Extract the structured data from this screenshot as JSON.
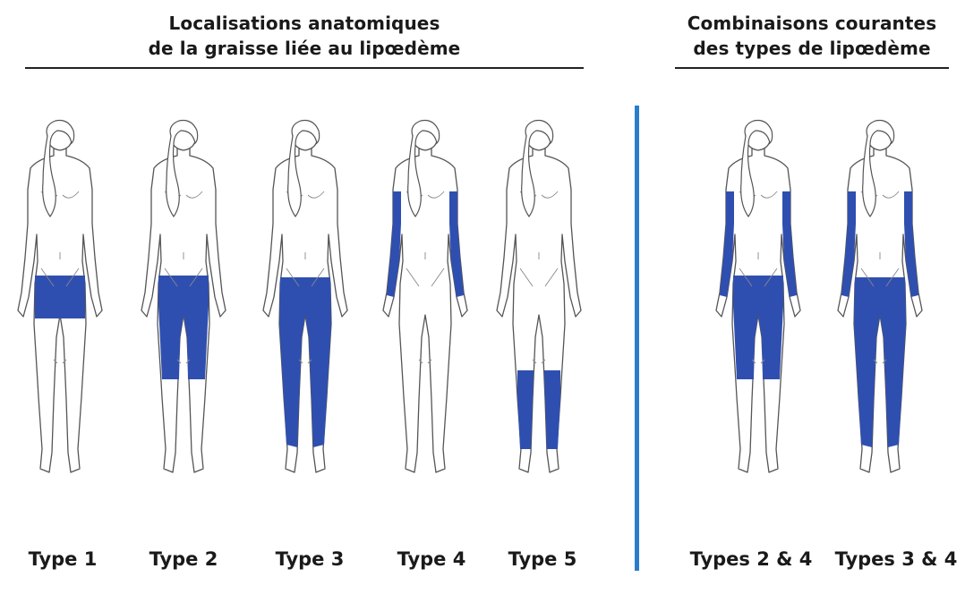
{
  "headings": {
    "left_line1": "Localisations anatomiques",
    "left_line2": "de la graisse liée au lipœdème",
    "right_line1": "Combinaisons courantes",
    "right_line2": "des types de lipœdème"
  },
  "colors": {
    "fat": "#2f4fb0",
    "divider": "#2a7dc9",
    "outline": "#555555"
  },
  "figures": [
    {
      "caption": "Type 1"
    },
    {
      "caption": "Type 2"
    },
    {
      "caption": "Type 3"
    },
    {
      "caption": "Type 4"
    },
    {
      "caption": "Type 5"
    },
    {
      "caption": "Types 2 & 4"
    },
    {
      "caption": "Types 3 & 4"
    }
  ]
}
